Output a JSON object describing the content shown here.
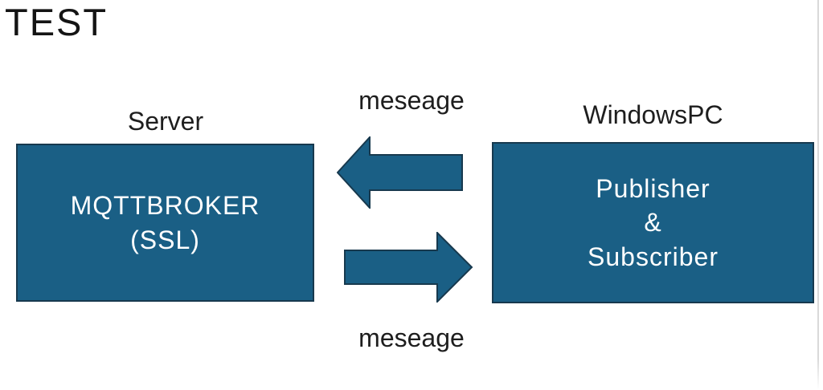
{
  "page": {
    "title": "TEST"
  },
  "colors": {
    "node_fill": "#1a5f85",
    "node_border": "#17394e",
    "text_dark": "#1c1c1c",
    "text_light": "#ffffff",
    "edge_line": "#d9d9d9",
    "page_bg": "#ffffff"
  },
  "diagram": {
    "nodes": [
      {
        "id": "server",
        "label": "Server",
        "lines": [
          "MQTTBROKER",
          "(SSL)"
        ]
      },
      {
        "id": "windowspc",
        "label": "WindowsPC",
        "lines": [
          "Publisher",
          "&",
          "Subscriber"
        ]
      }
    ],
    "arrows": [
      {
        "direction": "left",
        "label": "meseage",
        "label_position": "above"
      },
      {
        "direction": "right",
        "label": "meseage",
        "label_position": "below"
      }
    ]
  }
}
